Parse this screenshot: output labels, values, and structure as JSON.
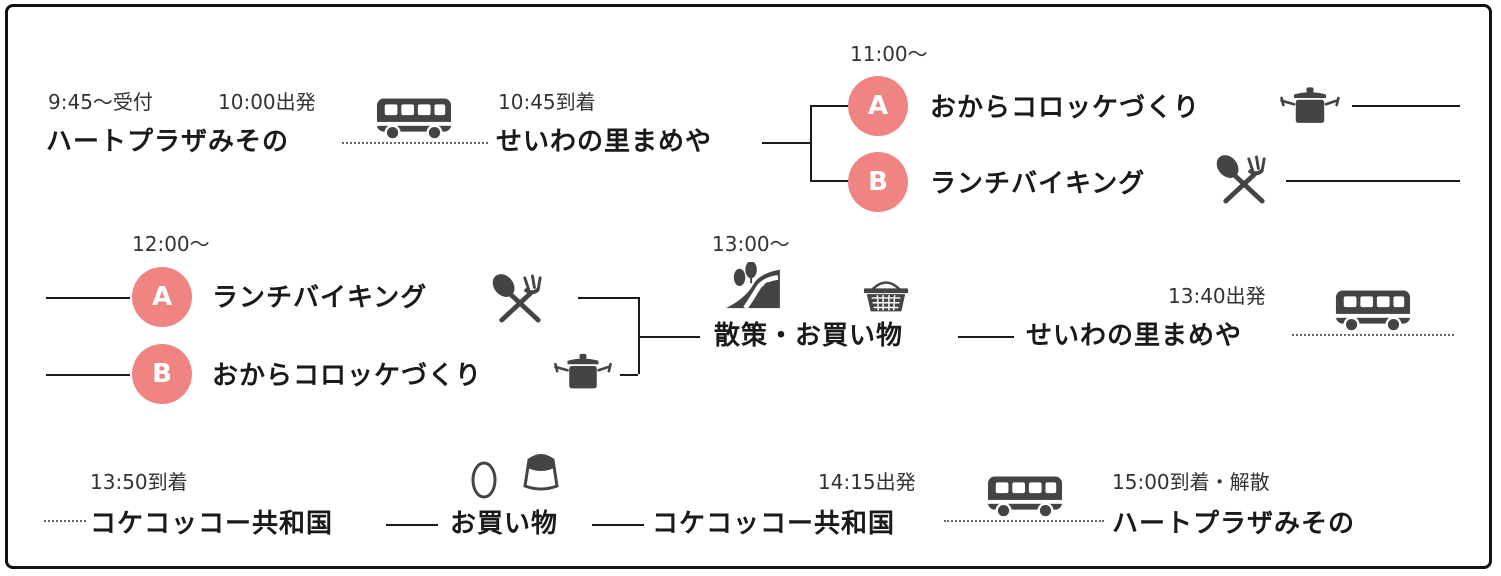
{
  "row1": {
    "start_time": "9:45〜受付",
    "depart_time": "10:00出発",
    "start_place": "ハートプラザみその",
    "arrive_time": "10:45到着",
    "arrive_place": "せいわの里まめや",
    "activity_time": "11:00〜",
    "option_a": {
      "badge": "A",
      "label": "おからコロッケづくり",
      "icon": "pot-icon"
    },
    "option_b": {
      "badge": "B",
      "label": "ランチバイキング",
      "icon": "spoon-fork-icon"
    }
  },
  "row2": {
    "activity_time": "12:00〜",
    "option_a": {
      "badge": "A",
      "label": "ランチバイキング",
      "icon": "spoon-fork-icon"
    },
    "option_b": {
      "badge": "B",
      "label": "おからコロッケづくり",
      "icon": "pot-icon"
    },
    "walk_time": "13:00〜",
    "walk_label": "散策・お買い物",
    "place": "せいわの里まめや",
    "depart_time": "13:40出発"
  },
  "row3": {
    "arrive_time": "13:50到着",
    "arrive_place": "コケコッコー共和国",
    "shopping_label": "お買い物",
    "depart_place": "コケコッコー共和国",
    "depart_time": "14:15出発",
    "final_time": "15:00到着・解散",
    "final_place": "ハートプラザみその"
  },
  "colors": {
    "badge": "#ef8482",
    "icon": "#444444",
    "line": "#1a1a1a",
    "frame": "#111111"
  }
}
